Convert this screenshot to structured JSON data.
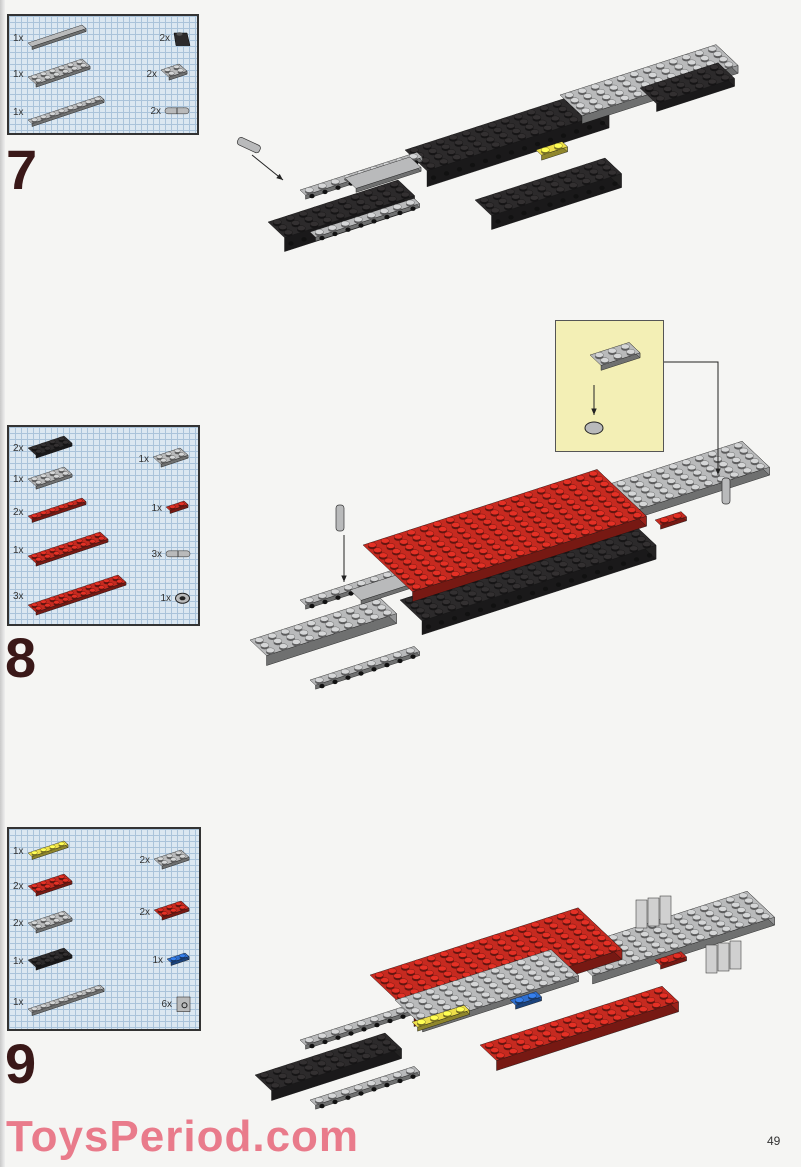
{
  "colors": {
    "black": "#2c2a2b",
    "gray": "#b9babb",
    "red": "#c62a20",
    "yellow": "#efe04a",
    "blue": "#2f6fcf",
    "number": "#3a1818",
    "watermark": "#e97b8b",
    "callout_bg": "#f3efb5"
  },
  "steps": [
    {
      "number": "7",
      "parts_left": [
        {
          "qty": "1x",
          "color": "gray",
          "kind": "tile",
          "w": 6,
          "h": 1
        },
        {
          "qty": "1x",
          "color": "gray",
          "kind": "plate",
          "w": 6,
          "h": 2
        },
        {
          "qty": "1x",
          "color": "gray",
          "kind": "technic",
          "w": 8,
          "h": 1
        }
      ],
      "parts_right": [
        {
          "qty": "2x",
          "color": "black",
          "kind": "slope",
          "w": 1,
          "h": 1
        },
        {
          "qty": "2x",
          "color": "gray",
          "kind": "wedge",
          "w": 2,
          "h": 2
        },
        {
          "qty": "2x",
          "color": "gray",
          "kind": "pin",
          "w": 2,
          "h": 1
        }
      ]
    },
    {
      "number": "8",
      "parts_left": [
        {
          "qty": "2x",
          "color": "black",
          "kind": "plate",
          "w": 4,
          "h": 2
        },
        {
          "qty": "1x",
          "color": "gray",
          "kind": "plate",
          "w": 4,
          "h": 2
        },
        {
          "qty": "2x",
          "color": "red",
          "kind": "plate",
          "w": 6,
          "h": 1
        },
        {
          "qty": "1x",
          "color": "red",
          "kind": "plate",
          "w": 8,
          "h": 2
        },
        {
          "qty": "3x",
          "color": "red",
          "kind": "plate",
          "w": 10,
          "h": 2
        }
      ],
      "parts_right": [
        {
          "qty": "1x",
          "color": "gray",
          "kind": "wing",
          "w": 3,
          "h": 2
        },
        {
          "qty": "1x",
          "color": "red",
          "kind": "plate",
          "w": 2,
          "h": 1
        },
        {
          "qty": "3x",
          "color": "gray",
          "kind": "pin",
          "w": 2,
          "h": 1
        },
        {
          "qty": "1x",
          "color": "gray",
          "kind": "bush",
          "w": 1,
          "h": 1
        }
      ]
    },
    {
      "number": "9",
      "parts_left": [
        {
          "qty": "1x",
          "color": "yellow",
          "kind": "plate",
          "w": 4,
          "h": 1
        },
        {
          "qty": "2x",
          "color": "red",
          "kind": "plate",
          "w": 4,
          "h": 2
        },
        {
          "qty": "2x",
          "color": "gray",
          "kind": "plate",
          "w": 4,
          "h": 2
        },
        {
          "qty": "1x",
          "color": "black",
          "kind": "plate",
          "w": 4,
          "h": 2
        },
        {
          "qty": "1x",
          "color": "gray",
          "kind": "technic",
          "w": 8,
          "h": 1
        }
      ],
      "parts_right": [
        {
          "qty": "2x",
          "color": "gray",
          "kind": "plate",
          "w": 3,
          "h": 2
        },
        {
          "qty": "2x",
          "color": "red",
          "kind": "plate",
          "w": 3,
          "h": 2
        },
        {
          "qty": "1x",
          "color": "blue",
          "kind": "plate",
          "w": 2,
          "h": 1
        },
        {
          "qty": "6x",
          "color": "gray",
          "kind": "clipbrick",
          "w": 1,
          "h": 1
        }
      ]
    }
  ],
  "watermark": "ToysPeriod.com",
  "page_number": "49"
}
